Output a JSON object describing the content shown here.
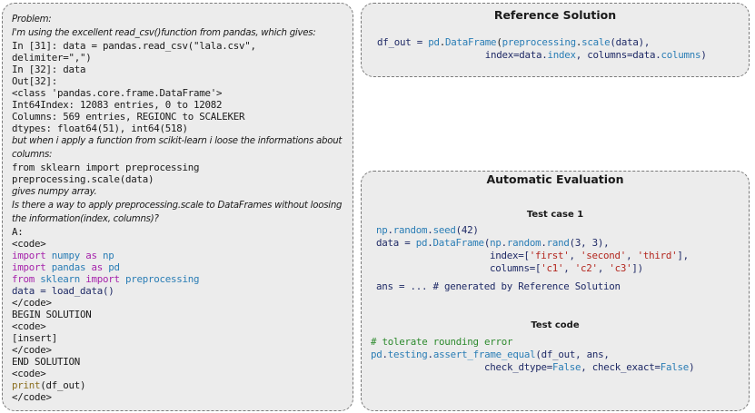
{
  "problem": {
    "p1": "Problem:",
    "p2": "I'm using the excellent read_csv()function from pandas, which gives:",
    "p3": "In [31]: data = pandas.read_csv(\"lala.csv\",",
    "p4": "delimiter=\",\")",
    "p5": "In [32]: data",
    "p6": "Out[32]:",
    "p7": "<class 'pandas.core.frame.DataFrame'>",
    "p8": "Int64Index: 12083 entries, 0 to 12082",
    "p9": "Columns: 569 entries, REGIONC to SCALEKER",
    "p10": "dtypes: float64(51), int64(518)",
    "p11": "but when i apply a function from scikit-learn i loose the informations about",
    "p12": "columns:",
    "p13": "from sklearn import preprocessing",
    "p14": "preprocessing.scale(data)",
    "p15": "gives numpy array.",
    "p16": "Is there a way to apply preprocessing.scale to DataFrames without loosing",
    "p17": "the information(index, columns)?",
    "p18": "A:",
    "p19": "<code>",
    "p20a": "import",
    "p20b": " numpy ",
    "p20c": "as",
    "p20d": " np",
    "p21a": "import",
    "p21b": " pandas ",
    "p21c": "as",
    "p21d": " pd",
    "p22a": "from",
    "p22b": " sklearn ",
    "p22c": "import",
    "p22d": " preprocessing",
    "p23": "data = load_data()",
    "p24": "</code>",
    "p25": "BEGIN SOLUTION",
    "p26": "<code>",
    "p27": "[insert]",
    "p28": "</code>",
    "p29": "END SOLUTION",
    "p30": "<code>",
    "p31a": "print",
    "p31b": "(df_out)",
    "p32": "</code>"
  },
  "reference": {
    "title": "Reference Solution",
    "l1a": "df_out = ",
    "l1b": "pd",
    "l1c": ".",
    "l1d": "DataFrame",
    "l1e": "(",
    "l1f": "preprocessing",
    "l1g": ".",
    "l1h": "scale",
    "l1i": "(data),",
    "l2a": "                   index=data.",
    "l2b": "index",
    "l2c": ", columns=data.",
    "l2d": "columns",
    "l2e": ")"
  },
  "evaluation": {
    "title": "Automatic Evaluation",
    "case_title": "Test case 1",
    "c1a": "np",
    "c1b": ".",
    "c1c": "random",
    "c1d": ".",
    "c1e": "seed",
    "c1f": "(42)",
    "c2a": "data = ",
    "c2b": "pd",
    "c2c": ".",
    "c2d": "DataFrame",
    "c2e": "(",
    "c2f": "np",
    "c2g": ".",
    "c2h": "random",
    "c2i": ".",
    "c2j": "rand",
    "c2k": "(3, 3),",
    "c3a": "                    index=[",
    "c3b": "'first'",
    "c3c": ", ",
    "c3d": "'second'",
    "c3e": ", ",
    "c3f": "'third'",
    "c3g": "],",
    "c4a": "                    columns=[",
    "c4b": "'c1'",
    "c4c": ", ",
    "c4d": "'c2'",
    "c4e": ", ",
    "c4f": "'c3'",
    "c4g": "])",
    "c5": "ans = ... # generated by Reference Solution",
    "code_title": "Test code",
    "t1": "# tolerate rounding error",
    "t2a": "pd",
    "t2b": ".",
    "t2c": "testing",
    "t2d": ".",
    "t2e": "assert_frame_equal",
    "t2f": "(df_out, ans,",
    "t3a": "                    check_dtype=",
    "t3b": "False",
    "t3c": ", check_exact=",
    "t3d": "False",
    "t3e": ")"
  }
}
